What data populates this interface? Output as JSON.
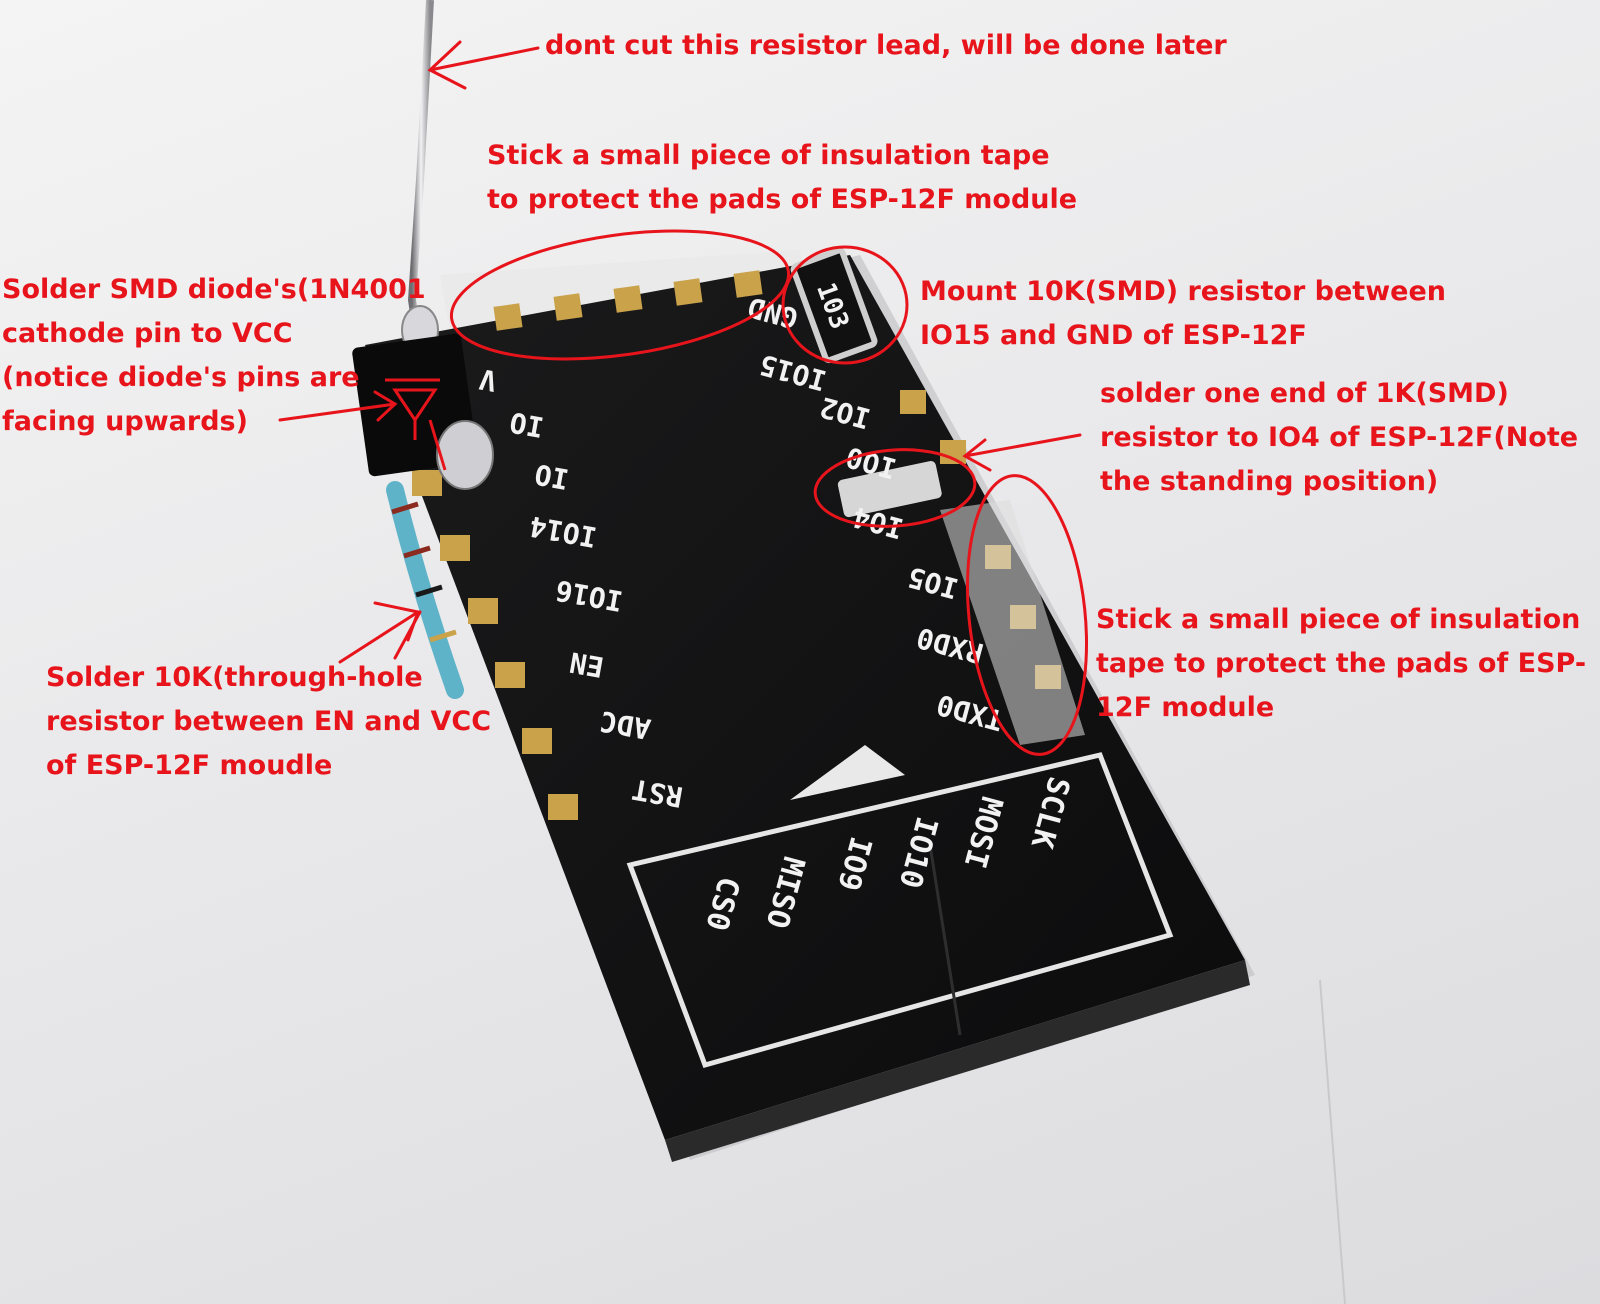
{
  "annotations": {
    "resistor_lead": "dont cut this resistor lead, will be done later",
    "tape_top": [
      "Stick a small piece of insulation tape",
      "to protect the pads of ESP-12F module"
    ],
    "diode": [
      "Solder SMD diode's(1N4001",
      "cathode pin to VCC",
      "(notice diode's pins are",
      "facing upwards)"
    ],
    "smd_resistor": [
      "Mount 10K(SMD) resistor between",
      "IO15 and GND of ESP-12F"
    ],
    "resistor_1k": [
      "solder one end of 1K(SMD)",
      "resistor to IO4 of ESP-12F(Note",
      "the standing position)"
    ],
    "tape_right": [
      "Stick a small piece of insulation",
      "tape to protect the pads of ESP-",
      "12F module"
    ],
    "through_hole": [
      "Solder 10K(through-hole",
      "resistor between EN and VCC",
      "of ESP-12F moudle"
    ]
  },
  "board": {
    "left_pins": [
      "V",
      "IO",
      "IO",
      "IO14",
      "IO16",
      "EN",
      "ADC",
      "RST"
    ],
    "right_pins": [
      "GND",
      "IO15",
      "IO2",
      "IO0",
      "IO4",
      "IO5",
      "RXD0",
      "TXD0"
    ],
    "spi_pins": [
      "CS0",
      "MISO",
      "IO9",
      "IO10",
      "MOSI",
      "SCLK"
    ],
    "resistor_code": "103"
  },
  "colors": {
    "annotation": "#e8141b",
    "board": "#111111",
    "pad": "#c9a24a"
  }
}
